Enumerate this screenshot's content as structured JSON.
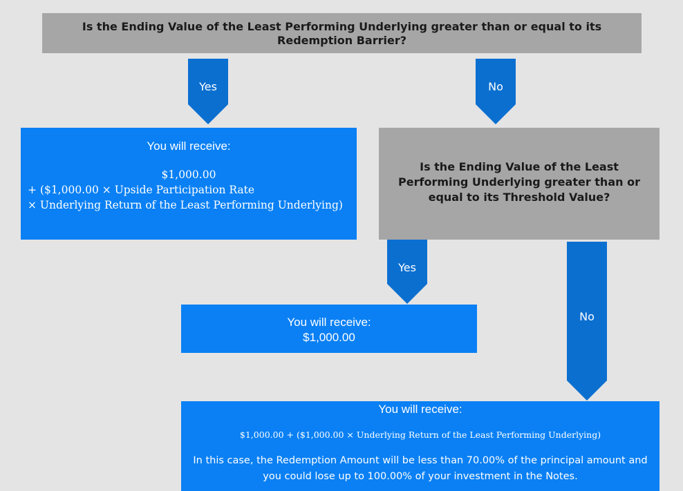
{
  "q1": {
    "text": "Is the Ending Value of the Least Performing Underlying greater than or equal to its Redemption Barrier?"
  },
  "arrow_yes_1": {
    "label": "Yes"
  },
  "arrow_no_1": {
    "label": "No"
  },
  "outcome_upside": {
    "heading": "You will receive:",
    "line1": "$1,000.00",
    "line2": "+ ($1,000.00 × Upside Participation Rate",
    "line3": "× Underlying Return of the Least Performing Underlying)"
  },
  "q2": {
    "text": "Is the Ending Value of the Least Performing Underlying greater than or equal to its Threshold Value?"
  },
  "arrow_yes_2": {
    "label": "Yes"
  },
  "arrow_no_2": {
    "label": "No"
  },
  "outcome_par": {
    "heading": "You will receive:",
    "amount": "$1,000.00"
  },
  "outcome_loss": {
    "heading": "You will receive:",
    "formula": "$1,000.00 + ($1,000.00 × Underlying Return of the Least Performing Underlying)",
    "note": "In this case, the Redemption Amount will be less than 70.00% of the principal amount and you could lose up to 100.00% of your investment in the Notes."
  },
  "colors": {
    "background": "#e4e4e4",
    "question_box": "#a6a6a6",
    "outcome_box": "#0a80f4",
    "arrow": "#0b6fd0"
  }
}
